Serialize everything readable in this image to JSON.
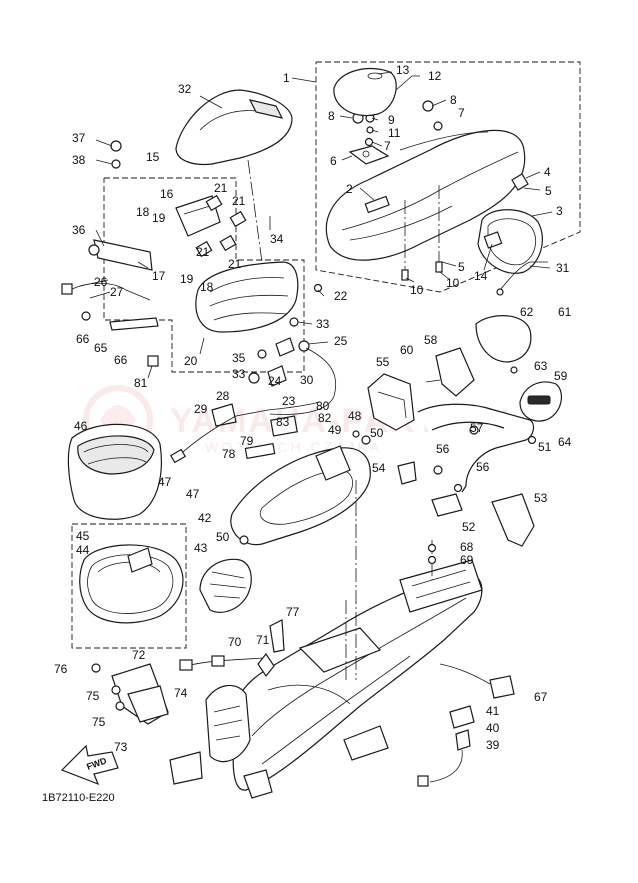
{
  "diagram": {
    "drawing_code": "1B72110-E220",
    "fwd_label": "FWD",
    "watermark": {
      "title": "YAMAHA-PARTS.PL",
      "subtitle": "WOJCIECH CZAJKA"
    },
    "callouts": {
      "c1": "1",
      "c2": "2",
      "c3": "3",
      "c4": "4",
      "c5": "5",
      "c5b": "5",
      "c6": "6",
      "c7": "7",
      "c7b": "7",
      "c8": "8",
      "c8b": "8",
      "c9": "9",
      "c10": "10",
      "c10b": "10",
      "c11": "11",
      "c12": "12",
      "c13": "13",
      "c14": "14",
      "c15": "15",
      "c16": "16",
      "c17": "17",
      "c18": "18",
      "c18b": "18",
      "c19": "19",
      "c19b": "19",
      "c20": "20",
      "c21": "21",
      "c21b": "21",
      "c21c": "21",
      "c21d": "21",
      "c22": "22",
      "c23": "23",
      "c24": "24",
      "c25": "25",
      "c26": "26",
      "c27": "27",
      "c28": "28",
      "c29": "29",
      "c30": "30",
      "c31": "31",
      "c32": "32",
      "c33": "33",
      "c33b": "33",
      "c34": "34",
      "c35": "35",
      "c36": "36",
      "c37": "37",
      "c38": "38",
      "c39": "39",
      "c40": "40",
      "c41": "41",
      "c42": "42",
      "c43": "43",
      "c44": "44",
      "c45": "45",
      "c46": "46",
      "c47": "47",
      "c47b": "47",
      "c48": "48",
      "c49": "49",
      "c50": "50",
      "c50b": "50",
      "c51": "51",
      "c52": "52",
      "c53": "53",
      "c54": "54",
      "c55": "55",
      "c56": "56",
      "c56b": "56",
      "c57": "57",
      "c58": "58",
      "c59": "59",
      "c60": "60",
      "c61": "61",
      "c62": "62",
      "c63": "63",
      "c64": "64",
      "c65": "65",
      "c66": "66",
      "c66b": "66",
      "c67": "67",
      "c68": "68",
      "c69": "69",
      "c70": "70",
      "c71": "71",
      "c72": "72",
      "c73": "73",
      "c74": "74",
      "c75": "75",
      "c75b": "75",
      "c76": "76",
      "c77": "77",
      "c78": "78",
      "c79": "79",
      "c80": "80",
      "c81": "81",
      "c82": "82",
      "c83": "83"
    }
  }
}
